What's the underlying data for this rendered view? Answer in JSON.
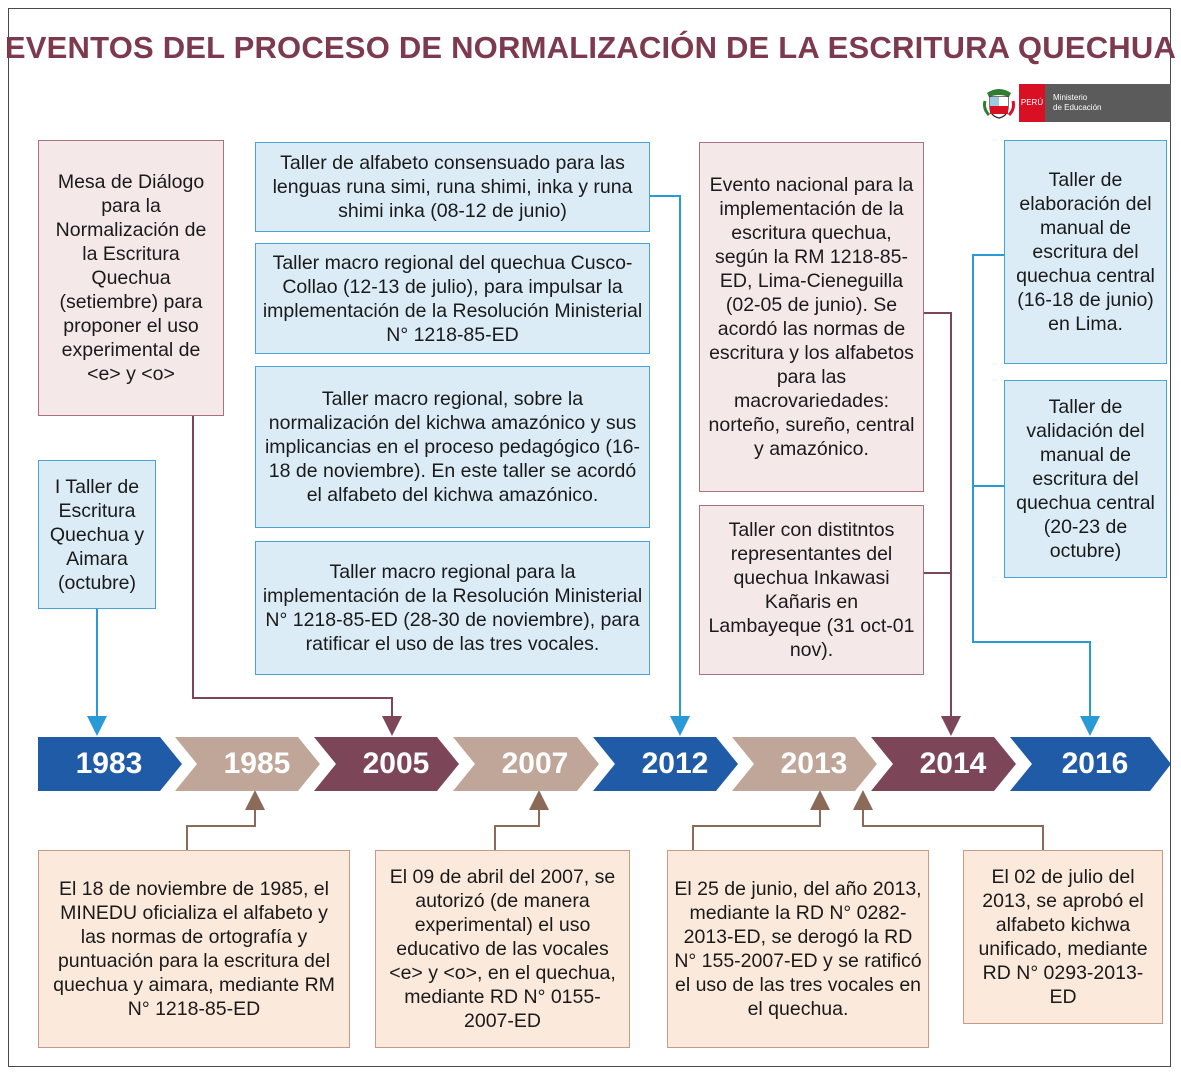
{
  "title": "EVENTOS DEL PROCESO DE NORMALIZACIÓN DE LA ESCRITURA QUECHUA",
  "logo": {
    "country": "PERÚ",
    "ministry": [
      "Ministerio",
      "de Educación"
    ]
  },
  "timeline": {
    "years": [
      "1983",
      "1985",
      "2005",
      "2007",
      "2012",
      "2013",
      "2014",
      "2016"
    ],
    "colors": {
      "blue": "#1f5ba6",
      "tan": "#bfa699",
      "maroon": "#7d4558",
      "link_blue": "#2a9ad6",
      "link_maroon": "#7d4558",
      "link_brown": "#8c6a58"
    }
  },
  "events_above": {
    "mesa_dialogo": "Mesa de Diálogo para la Normalización de la Escritura Quechua (setiembre) para proponer el uso experimental de <e> y <o>",
    "taller_1983": "I Taller de Escritura Quechua y Aimara (octubre)",
    "taller_alfabeto": "Taller de alfabeto consensuado para las lenguas runa simi, runa shimi, inka y runa shimi inka (08-12 de junio)",
    "taller_cusco": "Taller macro regional del quechua Cusco-Collao (12-13 de julio), para impulsar la implementación de la Resolución Ministerial N° 1218-85-ED",
    "taller_kichwa": "Taller macro regional, sobre la normalización del kichwa amazónico y sus implicancias en el proceso pedagógico (16-18 de noviembre). En este taller se acordó el alfabeto del kichwa amazónico.",
    "taller_tres_vocales": "Taller macro regional para la implementación de la Resolución Ministerial N° 1218-85-ED (28-30 de noviembre), para ratificar el uso de las tres vocales.",
    "evento_nacional": "Evento nacional para la implementación de la escritura quechua, según la RM 1218-85-ED, Lima-Cieneguilla (02-05 de junio). Se acordó las normas de escritura y los alfabetos para las macrovariedades: norteño, sureño, central y amazónico.",
    "taller_inkawasi": "Taller con distitntos representantes del quechua Inkawasi Kañaris en Lambayeque (31 oct-01 nov).",
    "taller_manual": "Taller de elaboración del manual de escritura del quechua central (16-18 de junio) en Lima.",
    "taller_validacion": "Taller de validación del manual de escritura del quechua central (20-23 de octubre)"
  },
  "events_below": {
    "rm_1985": "El 18 de noviembre de 1985, el MINEDU oficializa el alfabeto y las normas de ortografía y puntuación para la escritura del quechua y aimara, mediante RM N° 1218-85-ED",
    "rd_2007": "El 09 de abril del 2007, se autorizó (de manera experimental) el uso educativo de las vocales <e> y <o>, en el quechua, mediante RD N° 0155-2007-ED",
    "rd_2013_a": "El 25 de junio, del año 2013, mediante la RD N° 0282-2013-ED, se derogó la RD N° 155-2007-ED y se ratificó el uso de las tres vocales en el quechua.",
    "rd_2013_b": "El 02 de julio del 2013, se aprobó el alfabeto kichwa unificado, mediante RD N° 0293-2013-ED"
  }
}
